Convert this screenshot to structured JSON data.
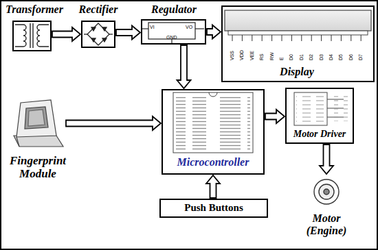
{
  "diagram": {
    "nodes": [
      {
        "text": [
          "Transformer"
        ]
      },
      {
        "text": [
          "Rectifier"
        ]
      },
      {
        "text": [
          "Regulator",
          "VI",
          "GND",
          "VO"
        ]
      },
      {
        "text": [
          "Display"
        ]
      },
      {
        "text": [
          "Fingerprint Module"
        ]
      },
      {
        "text": [
          "Microcontroller"
        ]
      },
      {
        "text": [
          "Push Buttons"
        ]
      },
      {
        "text": [
          "Motor Driver"
        ]
      },
      {
        "text": [
          "Motor (Engine)"
        ]
      }
    ],
    "edges": [
      {
        "from": 0,
        "to": 1,
        "arrow": "to"
      },
      {
        "from": 1,
        "to": 2,
        "arrow": "to"
      },
      {
        "from": 2,
        "to": 3,
        "arrow": "to"
      },
      {
        "from": 2,
        "to": 5,
        "arrow": "to"
      },
      {
        "from": 4,
        "to": 5,
        "arrow": "to"
      },
      {
        "from": 6,
        "to": 5,
        "arrow": "to"
      },
      {
        "from": 5,
        "to": 7,
        "arrow": "to"
      },
      {
        "from": 7,
        "to": 8,
        "arrow": "to"
      }
    ],
    "labels": [
      "VSS",
      "VDD",
      "VEE",
      "RS",
      "RW",
      "E",
      "D0",
      "D1",
      "D2",
      "D3",
      "D4",
      "D5",
      "D6",
      "D7"
    ]
  }
}
